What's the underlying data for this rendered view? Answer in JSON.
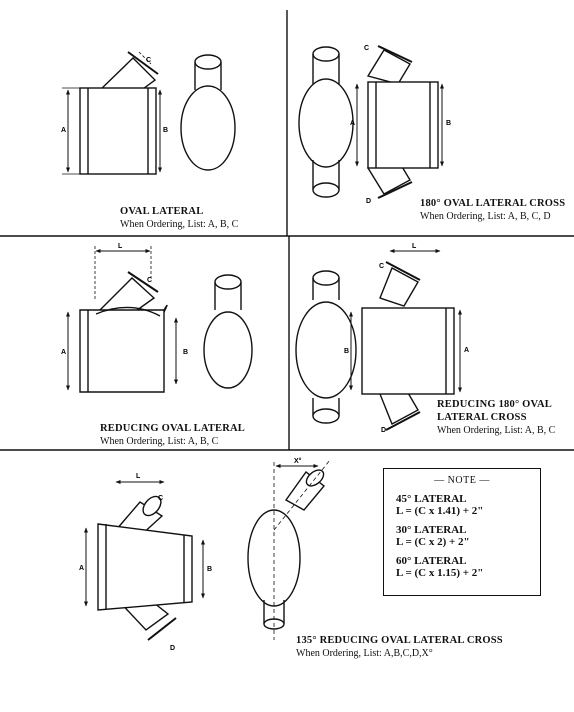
{
  "panels": [
    {
      "title": "OVAL LATERAL",
      "order": "When Ordering, List:  A, B, C"
    },
    {
      "title": "180° OVAL LATERAL CROSS",
      "order": "When Ordering, List:  A, B, C, D"
    },
    {
      "title": "REDUCING OVAL LATERAL",
      "order": "When Ordering, List:  A, B, C"
    },
    {
      "title": "REDUCING 180° OVAL",
      "title2": "LATERAL CROSS",
      "order": "When Ordering, List:  A, B, C"
    },
    {
      "title": "135° REDUCING OVAL LATERAL CROSS",
      "order": "When Ordering, List: A,B,C,D,X°"
    }
  ],
  "note": {
    "heading": "— NOTE —",
    "l45_title": "45° LATERAL",
    "l45_formula": "L = (C x 1.41) + 2\"",
    "l30_title": "30° LATERAL",
    "l30_formula": "L = (C x 2) + 2\"",
    "l60_title": "60° LATERAL",
    "l60_formula": "L = (C x 1.15) + 2\""
  },
  "dim_labels": {
    "a": "A",
    "b": "B",
    "c": "C",
    "d": "D",
    "l": "L",
    "x": "X°"
  }
}
